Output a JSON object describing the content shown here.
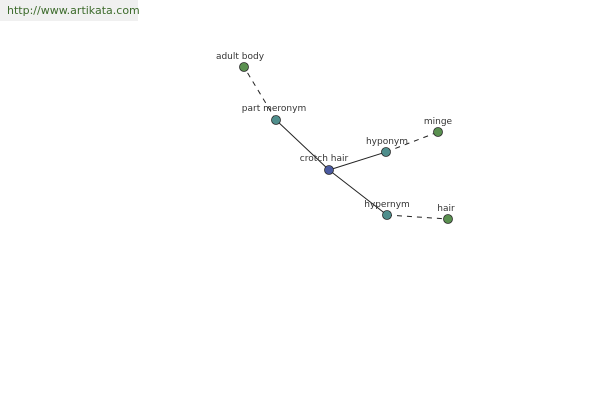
{
  "banner": {
    "url": "http://www.artikata.com"
  },
  "graph": {
    "nodes": [
      {
        "id": "adult-body",
        "label": "adult body",
        "color": "#5a9050"
      },
      {
        "id": "part-meronym",
        "label": "part meronym",
        "color": "#4f8e8c"
      },
      {
        "id": "crotch-hair",
        "label": "crotch hair",
        "color": "#4a5aa0"
      },
      {
        "id": "hyponym",
        "label": "hyponym",
        "color": "#4f8e8c"
      },
      {
        "id": "minge",
        "label": "minge",
        "color": "#5a9050"
      },
      {
        "id": "hypernym",
        "label": "hypernym",
        "color": "#4f8e8c"
      },
      {
        "id": "hair",
        "label": "hair",
        "color": "#5a9050"
      }
    ],
    "edges": [
      {
        "from": "crotch-hair",
        "to": "part-meronym",
        "style": "solid"
      },
      {
        "from": "part-meronym",
        "to": "adult-body",
        "style": "dashed"
      },
      {
        "from": "crotch-hair",
        "to": "hyponym",
        "style": "solid"
      },
      {
        "from": "hyponym",
        "to": "minge",
        "style": "dashed"
      },
      {
        "from": "crotch-hair",
        "to": "hypernym",
        "style": "solid"
      },
      {
        "from": "hypernym",
        "to": "hair",
        "style": "dashed"
      }
    ]
  }
}
